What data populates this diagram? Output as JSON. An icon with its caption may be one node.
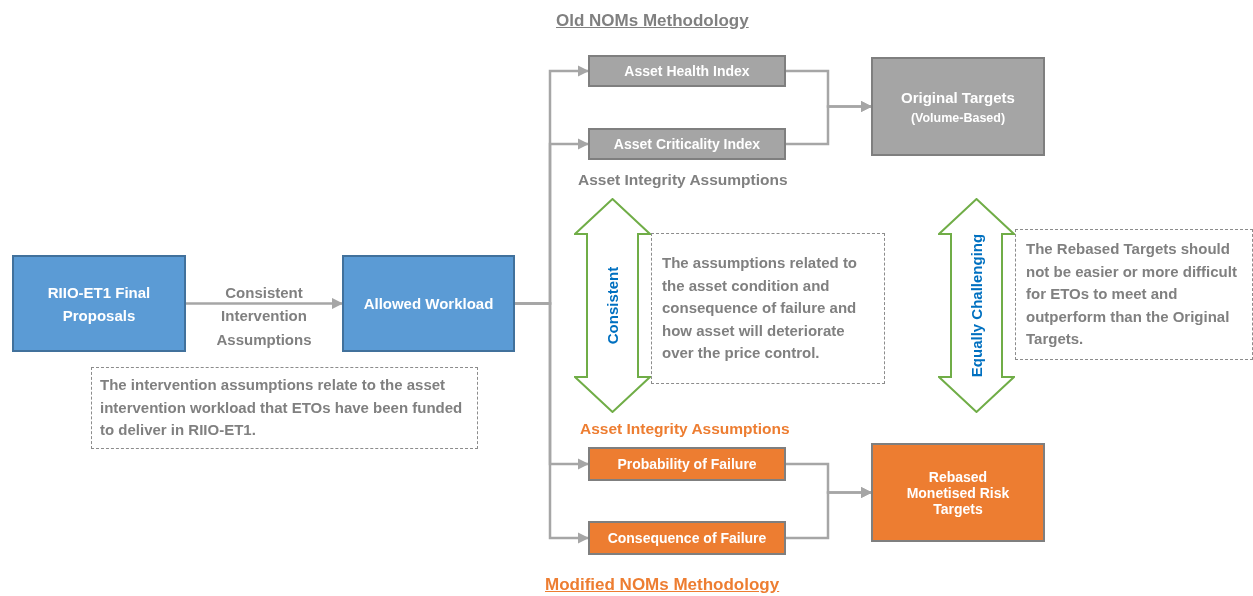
{
  "diagram": {
    "nodes": [
      {
        "text": [
          "RIIO-ET1 Final Proposals"
        ]
      },
      {
        "text": [
          "Allowed Workload"
        ]
      },
      {
        "text": [
          "Asset Health Index"
        ]
      },
      {
        "text": [
          "Asset Criticality Index"
        ]
      },
      {
        "text": [
          "Original Targets",
          "(Volume-Based)"
        ]
      },
      {
        "text": [
          "Probability of Failure"
        ]
      },
      {
        "text": [
          "Consequence of Failure"
        ]
      },
      {
        "text": [
          "Rebased Monetised Risk Targets"
        ]
      },
      {
        "text": [
          "The intervention assumptions relate to the asset intervention workload that ETOs have been funded to deliver in RIIO-ET1."
        ]
      },
      {
        "text": [
          "Consistent"
        ]
      },
      {
        "text": [
          "The assumptions related to the asset condition and consequence of failure and how asset will deteriorate over the price control."
        ]
      },
      {
        "text": [
          "Equally Challenging"
        ]
      },
      {
        "text": [
          "The Rebased Targets should not be easier or more difficult for ETOs to meet and outperform than the Original Targets."
        ]
      }
    ],
    "edges": [
      {
        "from": 0,
        "to": 1,
        "arrow": "to",
        "label": "Consistent Intervention Assumptions"
      },
      {
        "from": 1,
        "to": 2,
        "arrow": "to"
      },
      {
        "from": 1,
        "to": 3,
        "arrow": "to"
      },
      {
        "from": 1,
        "to": 5,
        "arrow": "to"
      },
      {
        "from": 1,
        "to": 6,
        "arrow": "to"
      },
      {
        "from": 2,
        "to": 4,
        "arrow": "to"
      },
      {
        "from": 3,
        "to": 4,
        "arrow": "to"
      },
      {
        "from": 5,
        "to": 7,
        "arrow": "to"
      },
      {
        "from": 6,
        "to": 7,
        "arrow": "to"
      }
    ],
    "labels": [
      "Old NOMs Methodology",
      "Asset Integrity Assumptions",
      "Asset Integrity Assumptions",
      "Modified NOMs Methodology"
    ]
  }
}
